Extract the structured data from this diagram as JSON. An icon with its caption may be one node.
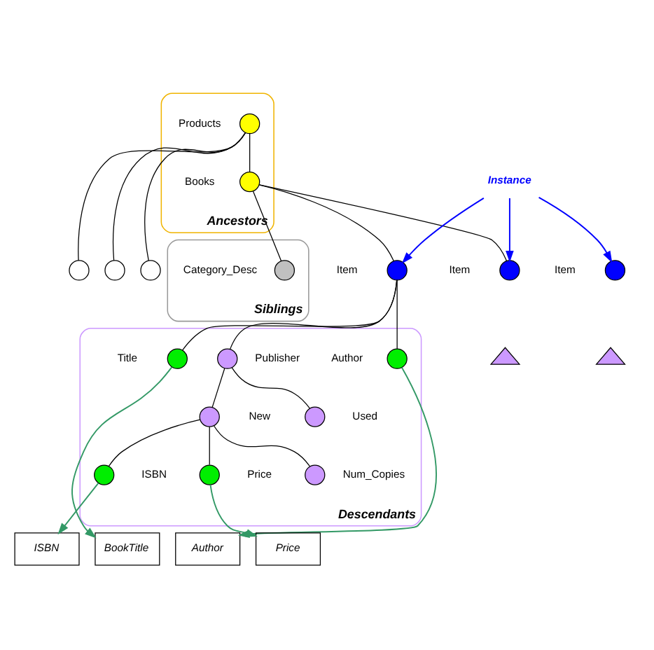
{
  "diagram": {
    "nodes": [
      {
        "text": [
          "Ancestors"
        ]
      },
      {
        "text": [],
        "shape": "circle",
        "beside": [
          "Products"
        ],
        "in": 0
      },
      {
        "text": [],
        "shape": "circle",
        "beside": [
          "Books"
        ],
        "in": 0
      },
      {
        "text": [],
        "shape": "circle"
      },
      {
        "text": [],
        "shape": "circle"
      },
      {
        "text": [],
        "shape": "circle"
      },
      {
        "text": [
          "Instance"
        ]
      },
      {
        "text": [],
        "shape": "circle",
        "beside": [
          "Item"
        ]
      },
      {
        "text": [],
        "shape": "triangle"
      },
      {
        "text": [],
        "shape": "circle",
        "beside": [
          "Item"
        ]
      },
      {
        "text": [],
        "shape": "circle",
        "beside": [
          "Item"
        ]
      },
      {
        "text": [],
        "shape": "triangle"
      },
      {
        "text": [
          "Siblings"
        ]
      },
      {
        "text": [],
        "shape": "circle",
        "beside": [
          "Category_Desc"
        ],
        "in": 12
      },
      {
        "text": [
          "Descendants"
        ]
      },
      {
        "text": [],
        "shape": "circle",
        "beside": [
          "Title"
        ],
        "in": 14
      },
      {
        "text": [],
        "shape": "circle",
        "beside": [
          "Author"
        ],
        "in": 14
      },
      {
        "text": [],
        "shape": "circle",
        "beside": [
          "Publisher"
        ],
        "in": 14
      },
      {
        "text": [],
        "shape": "circle",
        "beside": [
          "New"
        ],
        "in": 14
      },
      {
        "text": [],
        "shape": "circle",
        "beside": [
          "Used"
        ],
        "in": 14
      },
      {
        "text": [],
        "shape": "circle",
        "beside": [
          "ISBN"
        ],
        "in": 14
      },
      {
        "text": [],
        "shape": "circle",
        "beside": [
          "Price"
        ],
        "in": 14
      },
      {
        "text": [],
        "shape": "circle",
        "beside": [
          "Num_Copies"
        ],
        "in": 14
      },
      {
        "text": [
          "ISBN"
        ]
      },
      {
        "text": [
          "BookTitle"
        ]
      },
      {
        "text": [
          "Author"
        ]
      },
      {
        "text": [
          "Price"
        ]
      }
    ],
    "edges": [
      {
        "from": 1,
        "to": 2,
        "arrow": "none"
      },
      {
        "from": 1,
        "to": 3,
        "arrow": "none"
      },
      {
        "from": 1,
        "to": 4,
        "arrow": "none"
      },
      {
        "from": 1,
        "to": 5,
        "arrow": "none"
      },
      {
        "from": 2,
        "to": 7,
        "arrow": "none"
      },
      {
        "from": 2,
        "to": 9,
        "arrow": "none"
      },
      {
        "from": 2,
        "to": 13,
        "arrow": "none"
      },
      {
        "from": 6,
        "to": 7,
        "arrow": "to",
        "color": "#0000ff"
      },
      {
        "from": 6,
        "to": 9,
        "arrow": "to",
        "color": "#0000ff"
      },
      {
        "from": 6,
        "to": 10,
        "arrow": "to",
        "color": "#0000ff"
      },
      {
        "from": 9,
        "to": 15,
        "arrow": "none"
      },
      {
        "from": 9,
        "to": 16,
        "arrow": "none"
      },
      {
        "from": 9,
        "to": 17,
        "arrow": "none"
      },
      {
        "from": 17,
        "to": 18,
        "arrow": "none"
      },
      {
        "from": 17,
        "to": 19,
        "arrow": "none"
      },
      {
        "from": 18,
        "to": 20,
        "arrow": "none"
      },
      {
        "from": 18,
        "to": 21,
        "arrow": "none"
      },
      {
        "from": 18,
        "to": 22,
        "arrow": "none"
      },
      {
        "from": 15,
        "to": 24,
        "arrow": "to",
        "color": "#339966"
      },
      {
        "from": 16,
        "to": 25,
        "arrow": "to",
        "color": "#339966"
      },
      {
        "from": 20,
        "to": 23,
        "arrow": "to",
        "color": "#339966"
      },
      {
        "from": 21,
        "to": 26,
        "arrow": "to",
        "color": "#339966"
      }
    ]
  }
}
